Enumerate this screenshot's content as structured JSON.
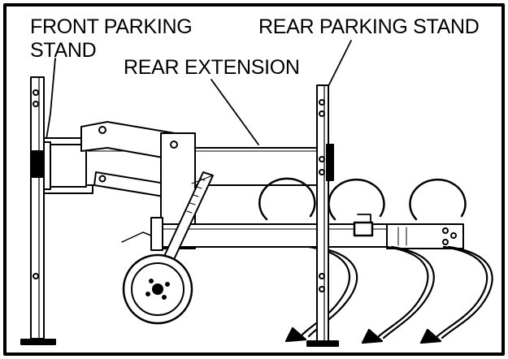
{
  "labels": {
    "front_stand_line1": "FRONT PARKING",
    "front_stand_line2": "STAND",
    "rear_stand": "REAR PARKING STAND",
    "rear_extension": "REAR EXTENSION"
  },
  "colors": {
    "ink": "#000000",
    "paper": "#ffffff"
  }
}
